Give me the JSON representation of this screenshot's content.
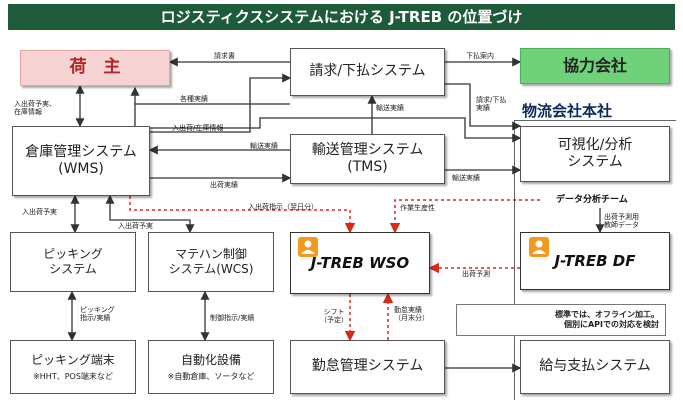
{
  "title": "ロジスティクスシステムにおける J-TREB の位置づけ",
  "colors": {
    "title_bg": "#1d5b3b",
    "shipper_bg": "#f8d3d3",
    "partner_bg": "#6fd27a",
    "flow_red": "#d92a1a"
  },
  "boxes": {
    "shipper": "荷　主",
    "billing": "請求/下払システム",
    "partner": "協力会社",
    "honsha": "物流会社本社",
    "wms_line1": "倉庫管理システム",
    "wms_line2": "(WMS)",
    "tms_line1": "輸送管理システム",
    "tms_line2": "(TMS)",
    "visual_line1": "可視化/分析",
    "visual_line2": "システム",
    "picking_line1": "ピッキング",
    "picking_line2": "システム",
    "wcs_line1": "マテハン制御",
    "wcs_line2": "システム(WCS)",
    "wso": "J-TREB WSO",
    "df": "J-TREB DF",
    "data_team": "データ分析チーム",
    "picking_terminal": "ピッキング端末",
    "picking_terminal_note": "※HHT、POS端末など",
    "automation": "自動化設備",
    "automation_note": "※自動倉庫、ソータなど",
    "attendance": "勤怠管理システム",
    "payroll": "給与支払システム"
  },
  "legend": {
    "line1": "標準では、オフライン加工。",
    "line2": "個別にAPIでの対応を検討"
  },
  "labels": {
    "invoice": "請求書",
    "payment_notice": "下払案内",
    "inout_plan_stock_l1": "入出荷予実、",
    "inout_plan_stock_l2": "在庫情報",
    "various_results": "各種実績",
    "inout_stock_info": "入出荷/在庫情報",
    "transport_results_up": "輸送実績",
    "transport_results_mid": "輸送実績",
    "billing_results_l1": "請求/下払",
    "billing_results_l2": "実績",
    "ship_results": "出荷実績",
    "transport_results_right": "輸送実績",
    "inout_instruction": "入出荷指示（翌日分）",
    "work_productivity": "作業生産性",
    "inout_plan_left": "入出荷予実",
    "inout_plan_wcs": "入出荷予実",
    "forecast_l1": "出荷予測用",
    "forecast_l2": "教師データ",
    "ship_forecast": "出荷予測",
    "picking_inst_l1": "ピッキング",
    "picking_inst_l2": "指示/実績",
    "control_inst": "制御指示/実績",
    "shift_l1": "シフト",
    "shift_l2": "（予定）",
    "attendance_res_l1": "勤怠実績",
    "attendance_res_l2": "（月末分）"
  }
}
